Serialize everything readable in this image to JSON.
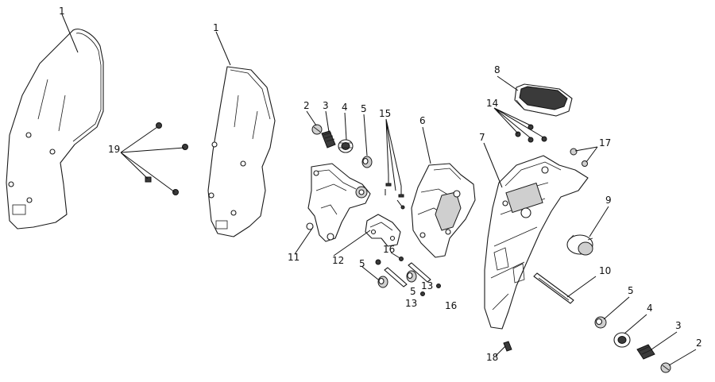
{
  "callouts": {
    "c1a": "1",
    "c1b": "1",
    "c2a": "2",
    "c3a": "3",
    "c4a": "4",
    "c5a": "5",
    "c15": "15",
    "c6": "6",
    "c8": "8",
    "c14": "14",
    "c7": "7",
    "c17": "17",
    "c19": "19",
    "c9": "9",
    "c11": "11",
    "c12": "12",
    "c16a": "16",
    "c5b": "5",
    "c5c": "5",
    "c13a": "13",
    "c13b": "13",
    "c16b": "16",
    "c10": "10",
    "c5d": "5",
    "c4b": "4",
    "c3b": "3",
    "c2b": "2",
    "c18": "18"
  },
  "colors": {
    "line": "#1a1a1a",
    "background": "#ffffff",
    "dark_part": "#3a3a3a"
  }
}
